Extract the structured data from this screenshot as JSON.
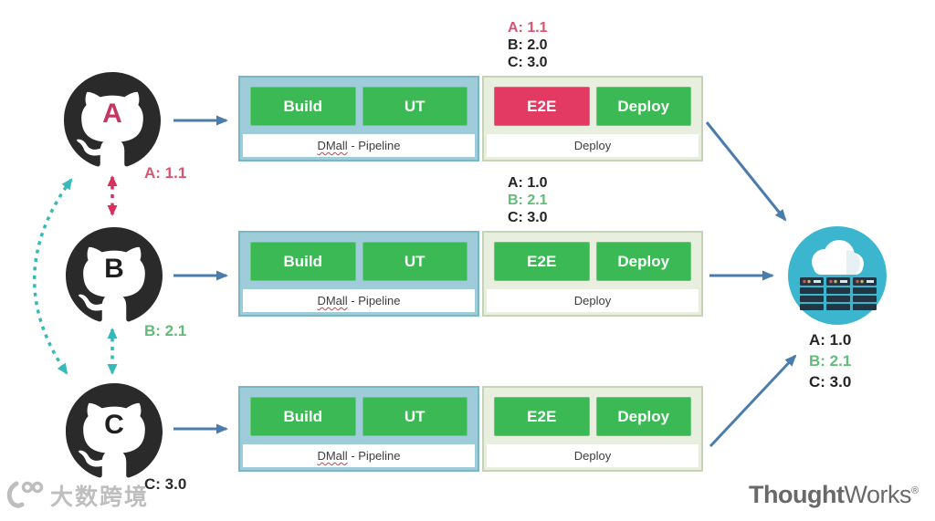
{
  "repos": [
    {
      "letter": "A",
      "letter_color": "#c53760",
      "version": "A: 1.1",
      "version_color": "#d4566f"
    },
    {
      "letter": "B",
      "letter_color": "#1f1f1f",
      "version": "B: 2.1",
      "version_color": "#63bb78"
    },
    {
      "letter": "C",
      "letter_color": "#1f1f1f",
      "version": "C: 3.0",
      "version_color": "#2b2b2b"
    }
  ],
  "pipelines": [
    {
      "build": "Build",
      "ut": "UT",
      "e2e": "E2E",
      "deploy": "Deploy",
      "pipeline_app": "DMall",
      "pipeline_suffix": " - Pipeline",
      "deploy_label": "Deploy",
      "e2e_status_color": "#e23a62",
      "versions": [
        {
          "text": "A: 1.1",
          "color": "#d4566f"
        },
        {
          "text": "B: 2.0",
          "color": "#252525"
        },
        {
          "text": "C: 3.0",
          "color": "#252525"
        }
      ]
    },
    {
      "build": "Build",
      "ut": "UT",
      "e2e": "E2E",
      "deploy": "Deploy",
      "pipeline_app": "DMall",
      "pipeline_suffix": " - Pipeline",
      "deploy_label": "Deploy",
      "e2e_status_color": "#3bb954",
      "versions": [
        {
          "text": "A: 1.0",
          "color": "#252525"
        },
        {
          "text": "B: 2.1",
          "color": "#63bb78"
        },
        {
          "text": "C: 3.0",
          "color": "#252525"
        }
      ]
    },
    {
      "build": "Build",
      "ut": "UT",
      "e2e": "E2E",
      "deploy": "Deploy",
      "pipeline_app": "DMall",
      "pipeline_suffix": " - Pipeline",
      "deploy_label": "Deploy",
      "e2e_status_color": "#3bb954",
      "versions": []
    }
  ],
  "server": {
    "versions": [
      {
        "text": "A: 1.0",
        "color": "#252525"
      },
      {
        "text": "B: 2.1",
        "color": "#63bb78"
      },
      {
        "text": "C: 3.0",
        "color": "#252525"
      }
    ]
  },
  "branding": {
    "watermark_text": "大数跨境",
    "tw_bold": "Thought",
    "tw_light": "Works",
    "tw_mark": "®"
  },
  "colors": {
    "arrow_blue": "#4a7dab",
    "dashed_red": "#d8315f",
    "dashed_teal": "#36b9b9",
    "button_green": "#3bb954",
    "e2e_red": "#e23a62",
    "pipeline_bg": "#9fccd9",
    "deploy_bg": "#e9efdf",
    "octocat_dark": "#2b2a2a",
    "server_circle": "#3cb6cf"
  }
}
